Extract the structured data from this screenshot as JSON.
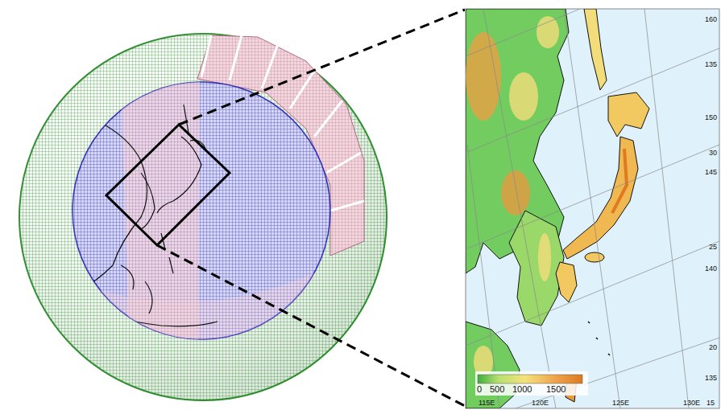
{
  "diagram": {
    "labels": [
      "0",
      "500",
      "1000",
      "1500",
      "115E",
      "120E",
      "125E",
      "130E",
      "15",
      "160",
      "135",
      "150",
      "30",
      "145",
      "25",
      "140",
      "20",
      "135"
    ]
  }
}
